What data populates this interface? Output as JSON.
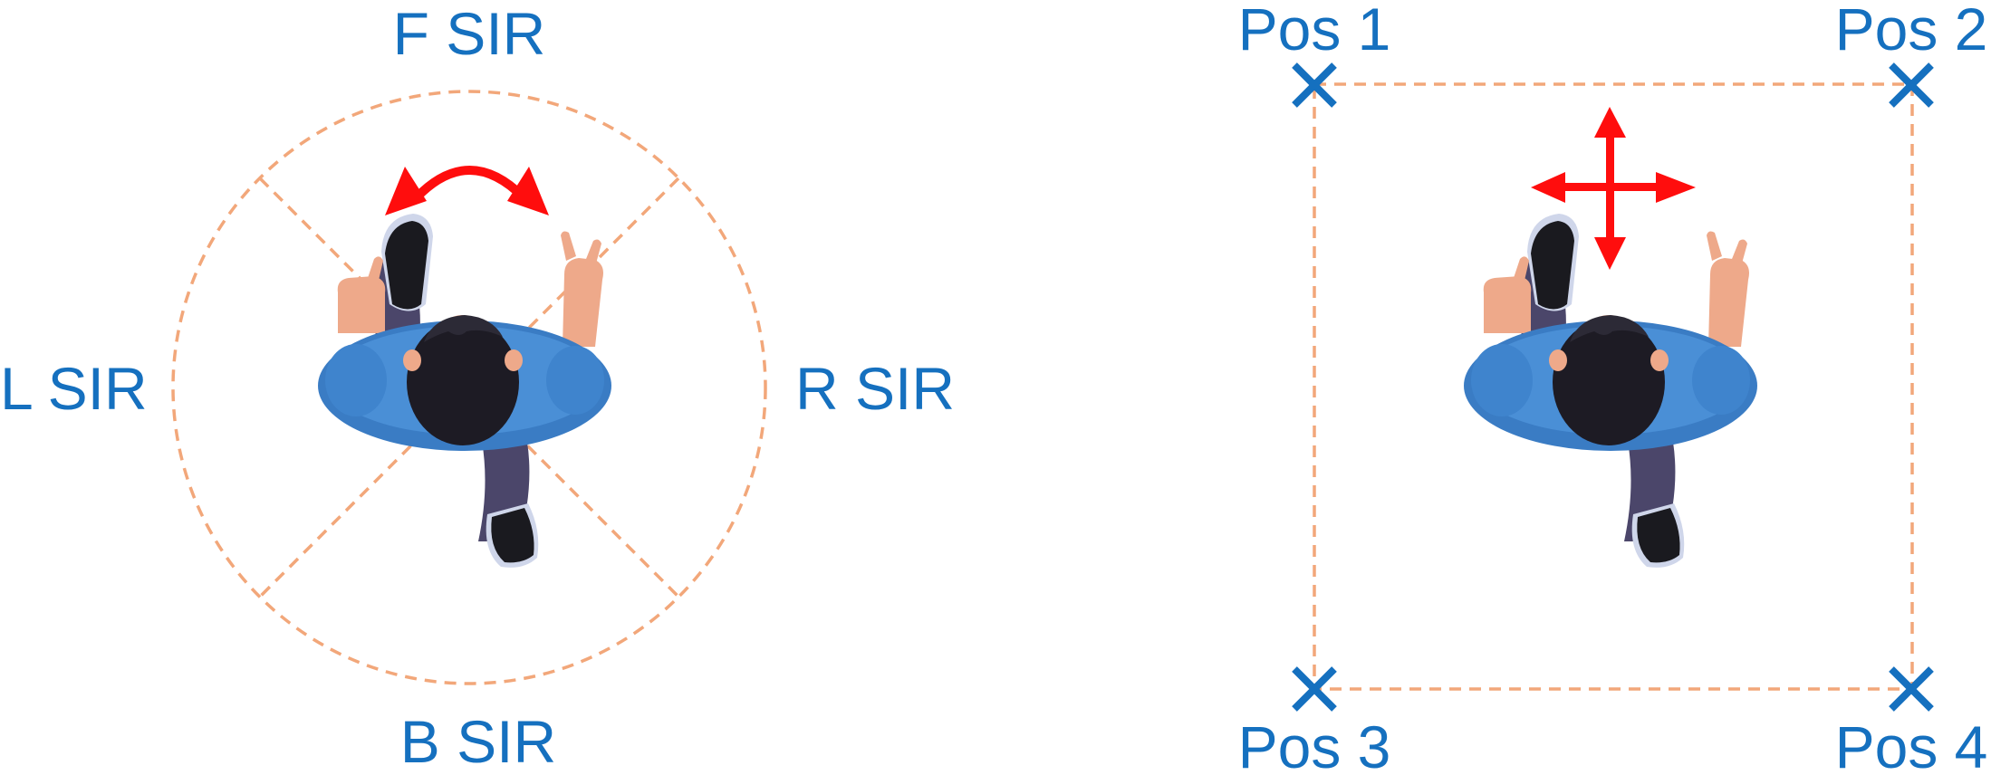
{
  "left_panel": {
    "labels": {
      "front": "F SIR",
      "left": "L SIR",
      "right": "R SIR",
      "back": "B SIR"
    },
    "rotation_arrow_color": "#ff0d0d",
    "guide_color": "#f2a77a"
  },
  "right_panel": {
    "positions": [
      "Pos 1",
      "Pos 2",
      "Pos 3",
      "Pos 4"
    ],
    "marker_icon": "x-mark-icon",
    "translation_arrow_color": "#ff0d0d",
    "guide_color": "#f2a77a"
  },
  "colors": {
    "label_text": "#1570bf",
    "shirt": "#4a8fd6",
    "hair": "#1d1b24",
    "skin": "#eea98a",
    "pants": "#4b466a",
    "shoes": "#1a1a1f"
  },
  "icons": [
    "person-top-view-icon",
    "rotation-arrow-icon",
    "four-way-arrow-icon",
    "x-mark-icon"
  ]
}
